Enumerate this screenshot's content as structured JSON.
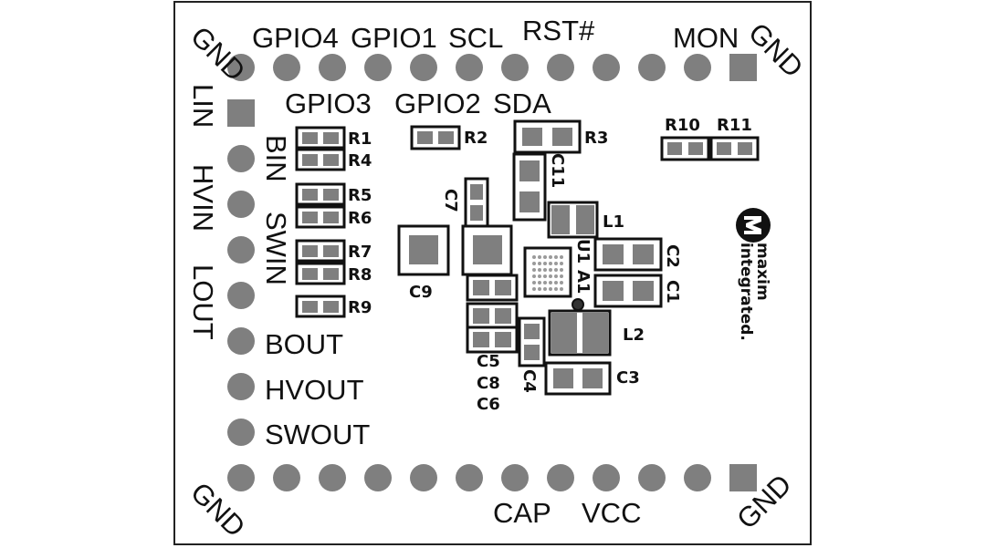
{
  "board": {
    "header_labels": {
      "gnd_top_left": "GND",
      "gpio4": "GPIO4",
      "gpio1": "GPIO1",
      "scl": "SCL",
      "rst": "RST#",
      "mon": "MON",
      "gnd_top_right": "GND",
      "gpio3": "GPIO3",
      "gpio2": "GPIO2",
      "sda": "SDA"
    },
    "left_labels": {
      "lin": "LIN",
      "hvin": "HVIN",
      "lout": "LOUT",
      "bin": "BIN",
      "swin": "SWIN",
      "bout": "BOUT",
      "hvout": "HVOUT",
      "swout": "SWOUT"
    },
    "bottom_labels": {
      "gnd_bottom_left": "GND",
      "cap": "CAP",
      "vcc": "VCC",
      "gnd_bottom_right": "GND"
    },
    "components": {
      "r1": "R1",
      "r2": "R2",
      "r3": "R3",
      "r4": "R4",
      "r5": "R5",
      "r6": "R6",
      "r7": "R7",
      "r8": "R8",
      "r9": "R9",
      "r10": "R10",
      "r11": "R11",
      "c1": "C1",
      "c2": "C2",
      "c3": "C3",
      "c4": "C4",
      "c5": "C5",
      "c6": "C6",
      "c7": "C7",
      "c8": "C8",
      "c9": "C9",
      "c11": "C11",
      "l1": "L1",
      "l2": "L2",
      "u1": "U1",
      "a1": "A1"
    },
    "logo": {
      "icon": "maxim-logo-icon",
      "line1": "maxim",
      "line2": "integrated."
    }
  }
}
